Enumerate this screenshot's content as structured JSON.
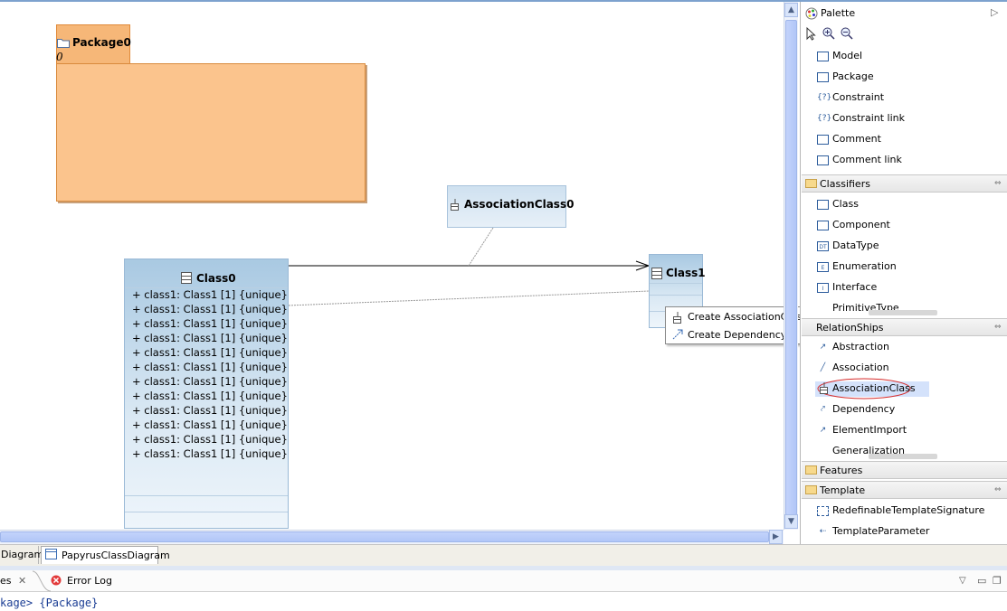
{
  "diagram": {
    "package": {
      "name": "Package0",
      "subtitle": "0"
    },
    "association_class": {
      "name": "AssociationClass0"
    },
    "class0": {
      "name": "Class0",
      "attributes": [
        "+ class1: Class1 [1] {unique}",
        "+ class1: Class1 [1] {unique}",
        "+ class1: Class1 [1] {unique}",
        "+ class1: Class1 [1] {unique}",
        "+ class1: Class1 [1] {unique}",
        "+ class1: Class1 [1] {unique}",
        "+ class1: Class1 [1] {unique}",
        "+ class1: Class1 [1] {unique}",
        "+ class1: Class1 [1] {unique}",
        "+ class1: Class1 [1] {unique}",
        "+ class1: Class1 [1] {unique}",
        "+ class1: Class1 [1] {unique}"
      ]
    },
    "class1": {
      "name": "Class1"
    },
    "popup_menu": {
      "items": [
        "Create AssociationClass",
        "Create Dependency"
      ]
    }
  },
  "palette": {
    "title": "Palette",
    "top_items": [
      "Model",
      "Package",
      "Constraint",
      "Constraint link",
      "Comment",
      "Comment link"
    ],
    "drawers": {
      "classifiers": {
        "label": "Classifiers",
        "items": [
          "Class",
          "Component",
          "DataType",
          "Enumeration",
          "Interface",
          "PrimitiveType"
        ]
      },
      "relationships": {
        "label": "RelationShips",
        "items": [
          "Abstraction",
          "Association",
          "AssociationClass",
          "Dependency",
          "ElementImport",
          "Generalization"
        ],
        "selected": "AssociationClass"
      },
      "features": {
        "label": "Features"
      },
      "template": {
        "label": "Template",
        "items": [
          "RedefinableTemplateSignature",
          "TemplateParameter"
        ]
      }
    }
  },
  "editor_tabs": [
    "Diagram",
    "PapyrusClassDiagram"
  ],
  "bottom_tabs": [
    "es",
    "Error Log"
  ],
  "status_text": "kage> {Package}"
}
